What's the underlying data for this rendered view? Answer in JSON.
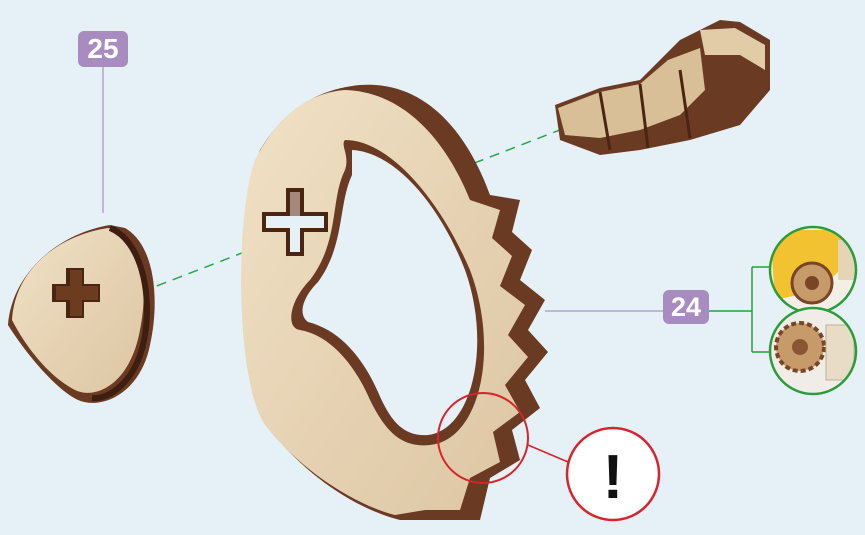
{
  "labels": {
    "step_25": "25",
    "step_24": "24",
    "warning": "!"
  },
  "colors": {
    "background": "#e6f0f7",
    "badge": "#a88cc0",
    "leader_line": "#b5a3cc",
    "guide_dash": "#27a84a",
    "wood_face": "#ead7bb",
    "wood_edge_dark": "#6b3a22",
    "wood_edge_light": "#c79a6a",
    "warning_circle": "#d8232a",
    "detail_circle": "#2a9d3a"
  },
  "icons": [
    "warning-icon",
    "detail-view-wheel",
    "detail-view-gear"
  ]
}
